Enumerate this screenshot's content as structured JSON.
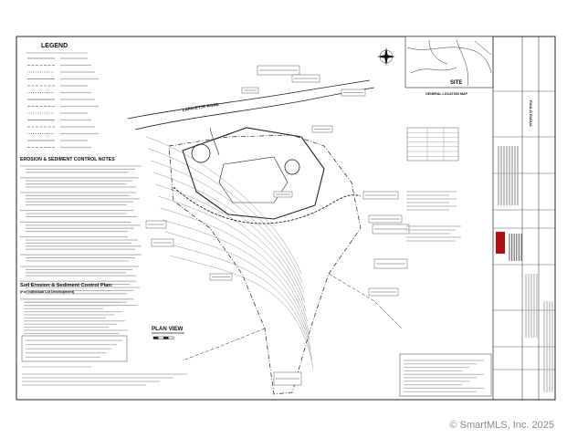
{
  "legend": {
    "title": "LEGEND"
  },
  "notes": {
    "erosion_heading": "EROSION & SEDIMENT CONTROL NOTES",
    "plan_heading": "Soil Erosion & Sediment Control Plan:",
    "plan_subheading": "(For Individual Lot Development)"
  },
  "plan": {
    "view_title": "PLAN VIEW",
    "road_label": "LAFAYETTE ROAD"
  },
  "site_map": {
    "site_label": "SITE",
    "map_caption": "GENERAL LOCATION MAP"
  },
  "title_block": {
    "project_vertical": "PAULO PADUA"
  },
  "watermark": {
    "text": "© SmartMLS, Inc.  2025"
  }
}
